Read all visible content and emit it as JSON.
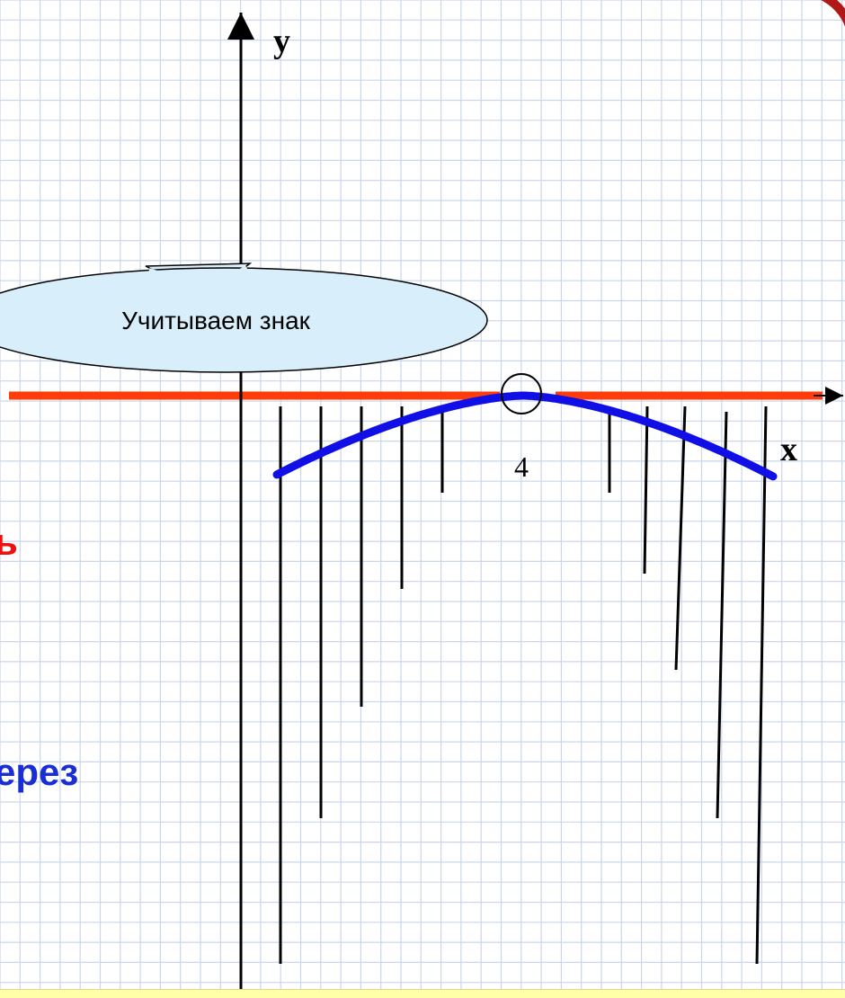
{
  "axes": {
    "y_label": "у",
    "x_label": "х",
    "x_tick_label": "4"
  },
  "callout": {
    "text": "Учитываем знак"
  },
  "side_text": {
    "fragment_top": "ь",
    "fragment_bottom": "ерез"
  },
  "colors": {
    "curve": "#1010e6",
    "axis_highlight": "#ff3c0a",
    "fragment_top": "#f01010",
    "fragment_bottom": "#1a2ed8",
    "grid": "#c9d6ec",
    "callout_fill": "#d8eefa",
    "corner_arc": "#b01818"
  },
  "chart_data": {
    "type": "line",
    "curve": "downward parabola with vertex on the x-axis",
    "vertex": [
      4,
      0
    ],
    "x_ticks": [
      4
    ]
  }
}
